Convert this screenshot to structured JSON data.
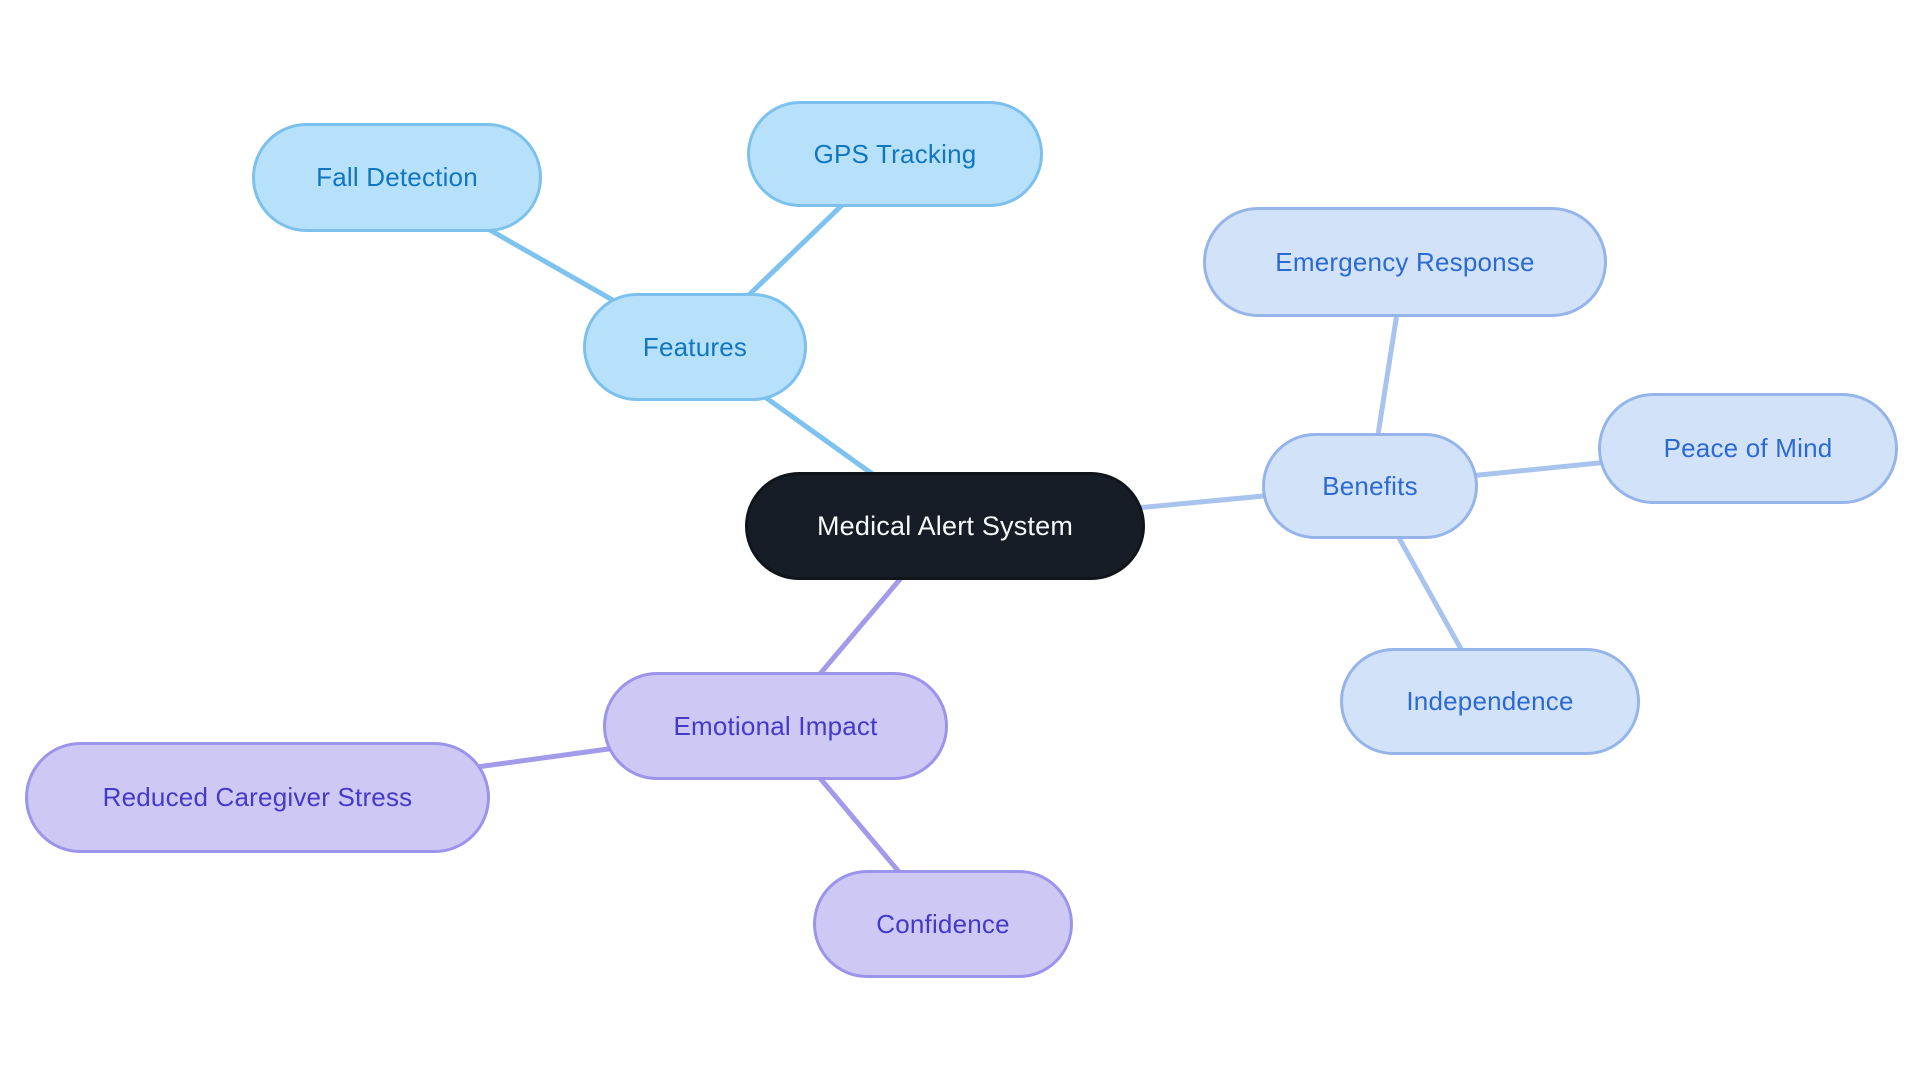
{
  "mindmap": {
    "root": {
      "label": "Medical Alert System",
      "fill": "#171d26",
      "text_color": "#f7f8fa"
    },
    "branches": [
      {
        "id": "features",
        "label": "Features",
        "fill": "#b7e1fb",
        "border": "#7cc1ee",
        "text_color": "#1076c0",
        "edge_color": "#7ec2ef",
        "children": [
          {
            "id": "fall-detection",
            "label": "Fall Detection"
          },
          {
            "id": "gps-tracking",
            "label": "GPS Tracking"
          }
        ]
      },
      {
        "id": "benefits",
        "label": "Benefits",
        "fill": "#d2e2f8",
        "border": "#95b5ea",
        "text_color": "#2b6ad3",
        "edge_color": "#a7c3ee",
        "children": [
          {
            "id": "emergency-response",
            "label": "Emergency Response"
          },
          {
            "id": "peace-of-mind",
            "label": "Peace of Mind"
          },
          {
            "id": "independence",
            "label": "Independence"
          }
        ]
      },
      {
        "id": "emotional-impact",
        "label": "Emotional Impact",
        "fill": "#cdc9f4",
        "border": "#9c94ea",
        "text_color": "#4539c9",
        "edge_color": "#a29bea",
        "children": [
          {
            "id": "reduced-caregiver-stress",
            "label": "Reduced Caregiver Stress"
          },
          {
            "id": "confidence",
            "label": "Confidence"
          }
        ]
      }
    ]
  }
}
